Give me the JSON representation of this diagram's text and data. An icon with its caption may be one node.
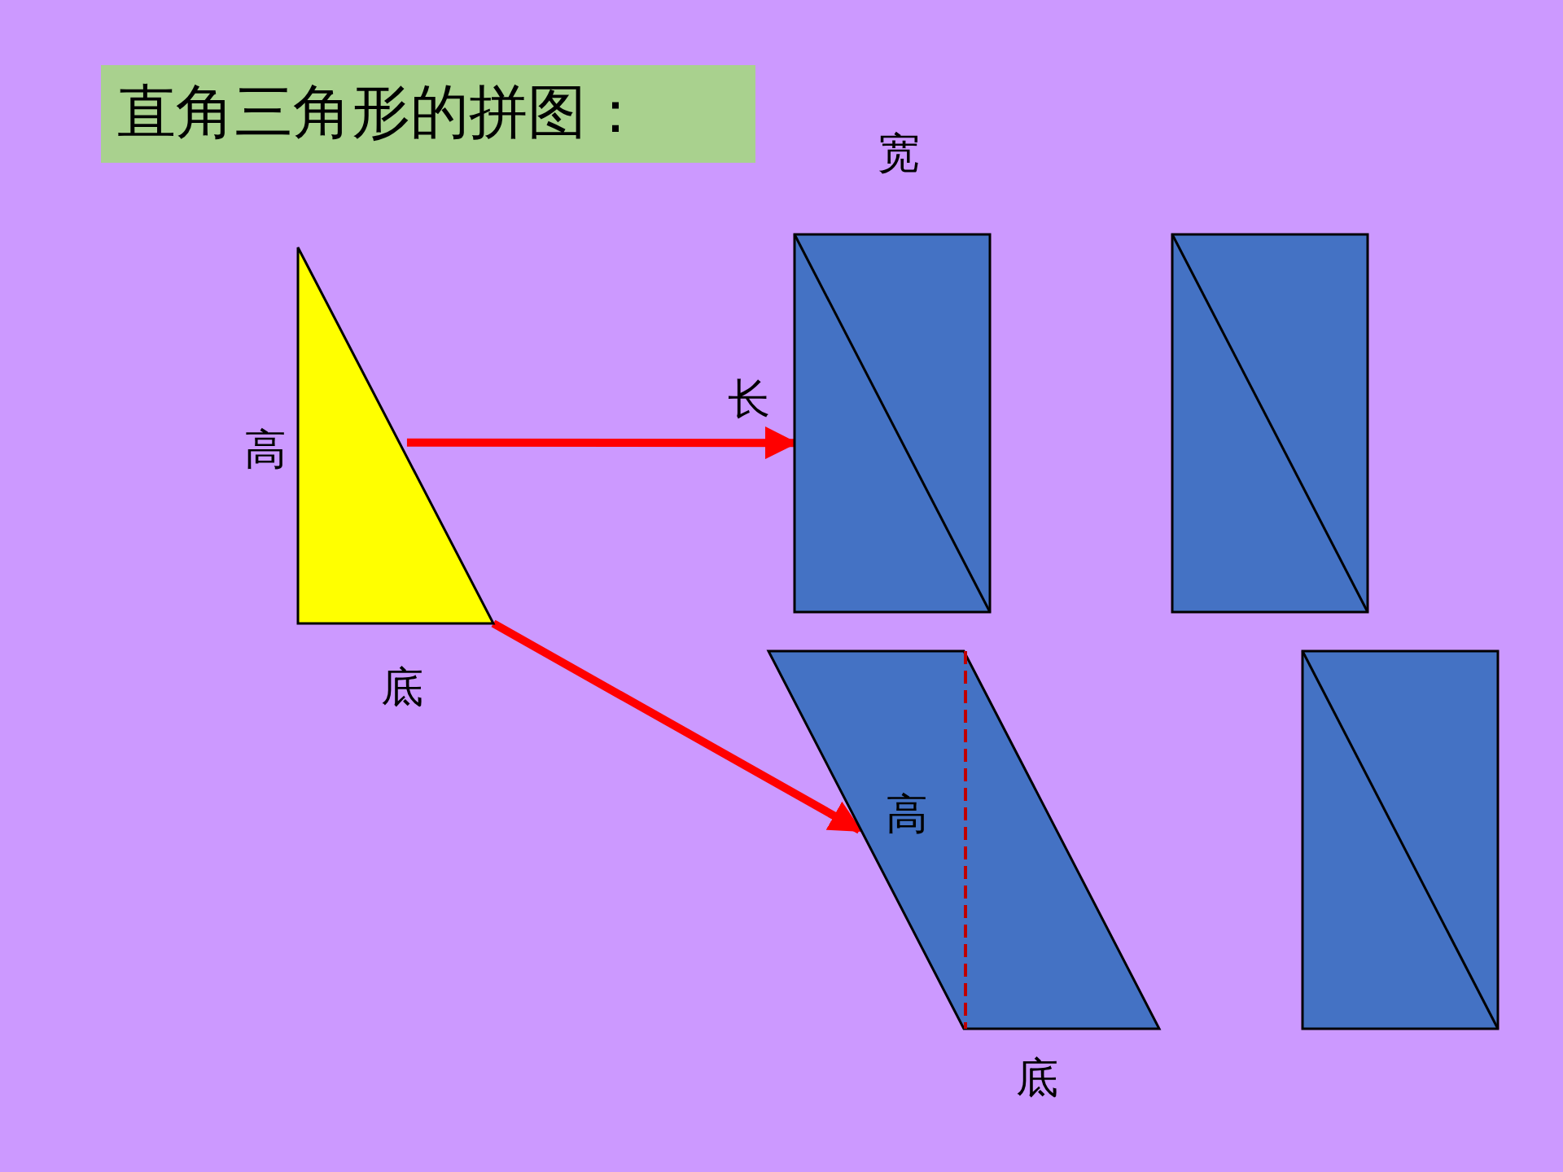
{
  "diagram": {
    "title": "直角三角形的拼图：",
    "nodes": [
      {
        "text": [],
        "shape": "triangle",
        "beside": [
          "高",
          "底"
        ]
      },
      {
        "text": [],
        "shape": "box",
        "beside": [
          "宽",
          "长"
        ]
      },
      {
        "text": [],
        "shape": "box"
      },
      {
        "text": [
          "高"
        ],
        "beside": [
          "底"
        ]
      },
      {
        "text": [],
        "shape": "box"
      }
    ],
    "edges": [
      {
        "from": 0,
        "to": 1,
        "arrow": "to"
      },
      {
        "from": 0,
        "to": 3,
        "arrow": "to"
      }
    ]
  }
}
